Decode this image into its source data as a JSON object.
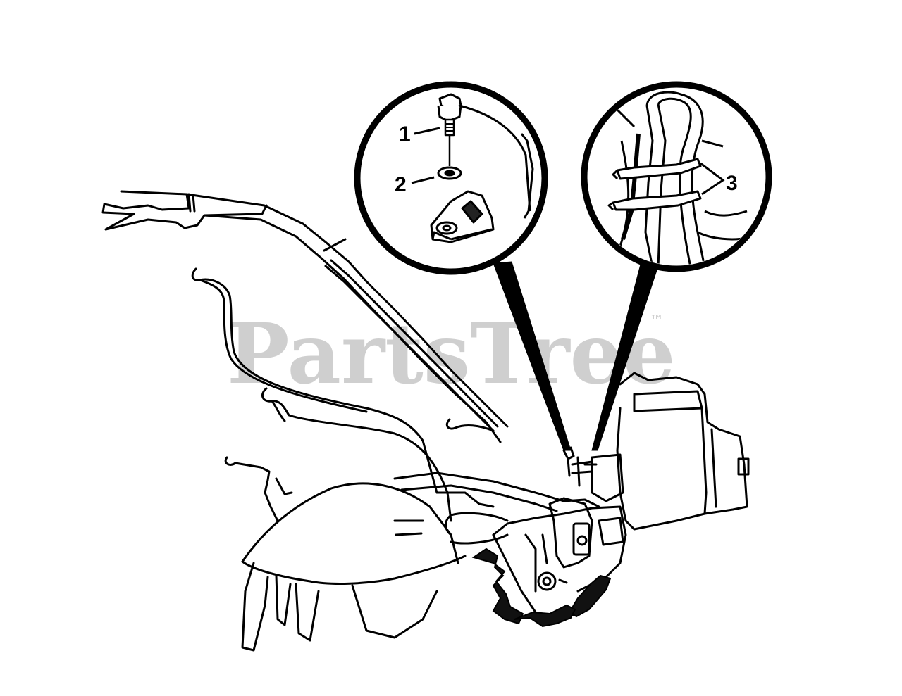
{
  "watermark": {
    "text": "PartsTree",
    "trademark": "™"
  },
  "callouts": [
    {
      "id": "1",
      "label": "1"
    },
    {
      "id": "2",
      "label": "2"
    },
    {
      "id": "3",
      "label": "3"
    }
  ],
  "colors": {
    "line": "#000000",
    "watermark": "#cfcfcf",
    "background": "#ffffff"
  }
}
